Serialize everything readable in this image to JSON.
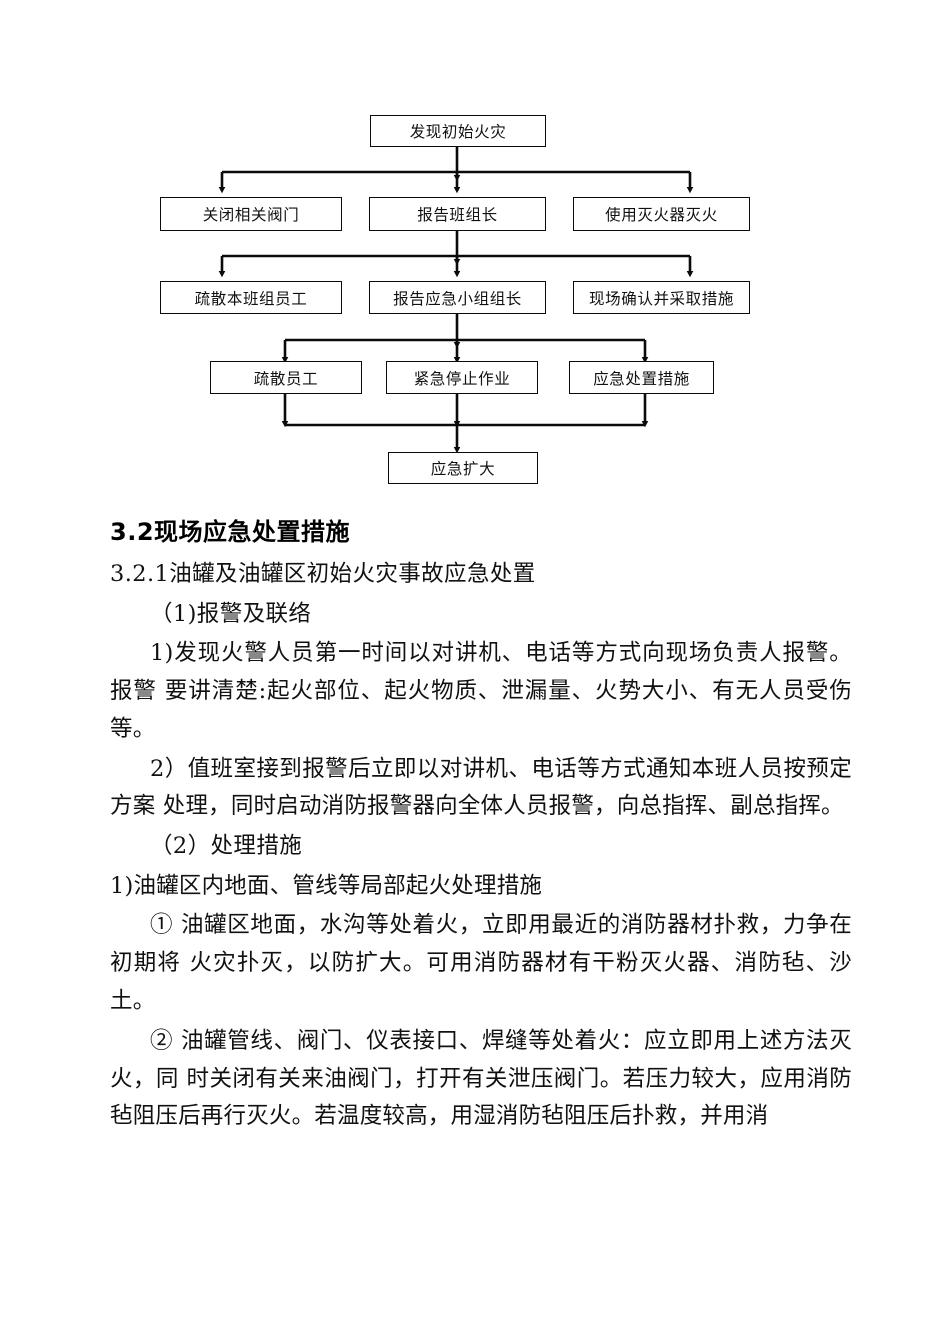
{
  "document": {
    "flowchart": {
      "title_node": {
        "label": "发现初始火灾"
      },
      "row2": [
        {
          "label": "关闭相关阀门"
        },
        {
          "label": "报告班组长"
        },
        {
          "label": "使用灭火器灭火"
        }
      ],
      "row3": [
        {
          "label": "疏散本班组员工"
        },
        {
          "label": "报告应急小组组长"
        },
        {
          "label": "现场确认并采取措施"
        }
      ],
      "row4": [
        {
          "label": "疏散员工"
        },
        {
          "label": "紧急停止作业"
        },
        {
          "label": "应急处置措施"
        }
      ],
      "final_node": {
        "label": "应急扩大"
      },
      "line_color": "#0a0a0a"
    },
    "heading": "3.2现场应急处置措施",
    "subheading": "3.2.1油罐及油罐区初始火灾事故应急处置",
    "section_1_label": "（1)报警及联络",
    "paragraph_1": "1)发现火警人员第一时间以对讲机、电话等方式向现场负责人报警。报警 要讲清楚:起火部位、起火物质、泄漏量、火势大小、有无人员受伤等。",
    "paragraph_2": "2）值班室接到报警后立即以对讲机、电话等方式通知本班人员按预定方案 处理，同时启动消防报警器向全体人员报警，向总指挥、副总指挥。",
    "section_2_label": "（2）处理措施",
    "paragraph_3": "1)油罐区内地面、管线等局部起火处理措施",
    "paragraph_4": "① 油罐区地面，水沟等处着火，立即用最近的消防器材扑救，力争在初期将 火灾扑灭，以防扩大。可用消防器材有干粉灭火器、消防毡、沙土。",
    "paragraph_5": "② 油罐管线、阀门、仪表接口、焊缝等处着火：应立即用上述方法灭火，同 时关闭有关来油阀门，打开有关泄压阀门。若压力较大，应用消防毡阻压后再行灭火。若温度较高，用湿消防毡阻压后扑救，并用消"
  }
}
